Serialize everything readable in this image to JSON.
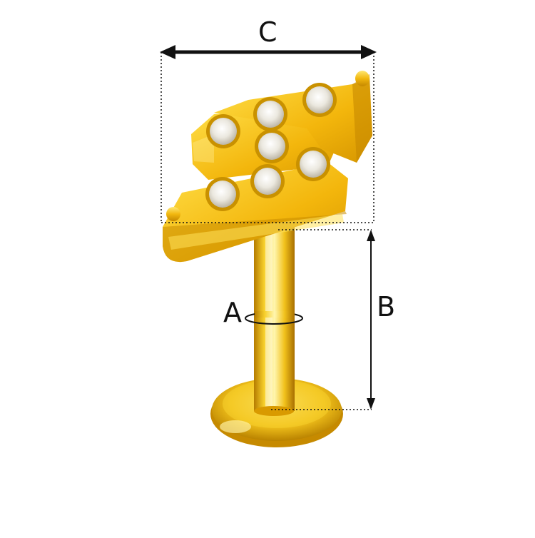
{
  "diagram": {
    "labels": {
      "a": "A",
      "b": "B",
      "c": "C"
    },
    "colors": {
      "gold_light": "#fff3a8",
      "gold_mid": "#f2c21c",
      "gold_dark": "#b07a00",
      "gem": "#f2f2ee",
      "dimension_line": "#111111"
    },
    "gems_count": 7,
    "icons": {
      "product": "lightning-bolt-labret-icon"
    }
  }
}
